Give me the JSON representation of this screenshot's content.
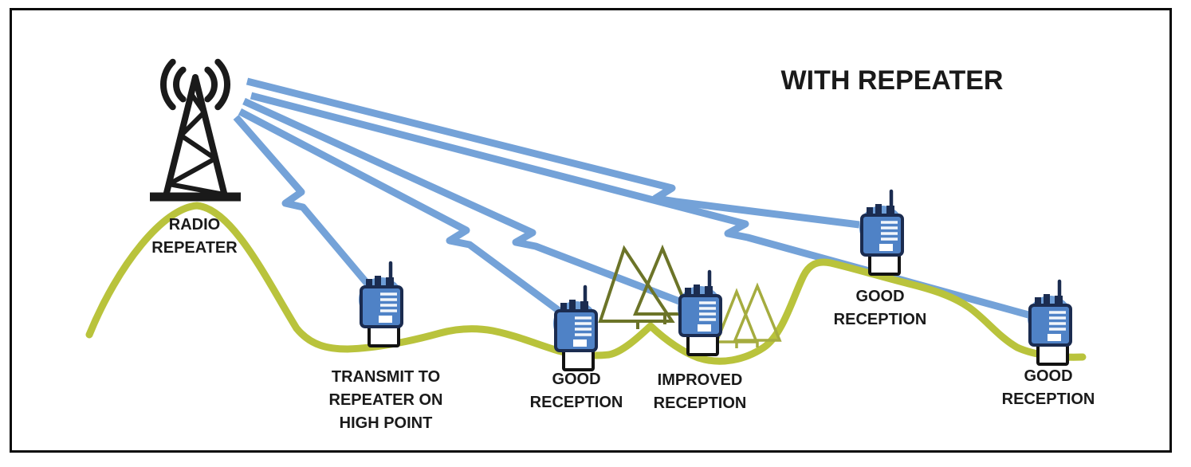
{
  "title": "WITH REPEATER",
  "annotations": {
    "repeater": [
      "RADIO",
      "REPEATER"
    ],
    "transmit": [
      "TRANSMIT TO",
      "REPEATER ON",
      "HIGH POINT"
    ],
    "reception1": [
      "GOOD",
      "RECEPTION"
    ],
    "improved": [
      "IMPROVED",
      "RECEPTION"
    ],
    "reception2": [
      "GOOD",
      "RECEPTION"
    ],
    "reception3": [
      "GOOD",
      "RECEPTION"
    ]
  },
  "icons": {
    "tower": "repeater-tower-icon",
    "waves": "radio-waves-icon",
    "radio": "portable-radio-icon",
    "tree": "pine-tree-icon",
    "signal": "signal-bolt-line"
  },
  "colors": {
    "signal_blue": "#74A2D8",
    "circle_blue": "#6D9DD6",
    "radio_body": "#4F82C6",
    "radio_outline": "#1B2C50",
    "terrain_green": "#B9C33C",
    "tree_dark": "#6C7428",
    "tree_light": "#A5AC3F",
    "ink": "#1A1A1A"
  }
}
